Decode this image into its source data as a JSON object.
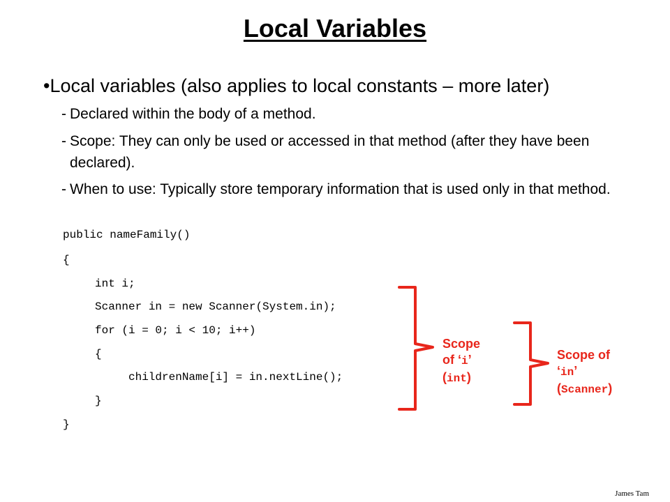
{
  "slide": {
    "title": "Local Variables",
    "main_bullet": "•Local variables (also applies to local constants – more later)",
    "sub_bullets": [
      {
        "dash": "-",
        "text": "Declared within  the body of a method."
      },
      {
        "dash": "-",
        "text": "Scope: They can only be used or accessed in that method (after they have been declared)."
      },
      {
        "dash": "-",
        "text": "When to use: Typically store temporary information that is used only in that method."
      }
    ],
    "code_lines": [
      "public nameFamily()",
      "{",
      "int i;",
      "Scanner in = new Scanner(System.in);",
      "for (i = 0; i < 10; i++)",
      "{",
      "childrenName[i] = in.nextLine();",
      "}",
      "}"
    ],
    "annotation_i": {
      "line1": "Scope",
      "line2_prefix": "of ‘",
      "line2_code": "i",
      "line2_suffix": "’",
      "line3_open": "(",
      "line3_code": "int",
      "line3_close": ")"
    },
    "annotation_in": {
      "line1": "Scope of",
      "line2_prefix": "‘",
      "line2_code": "in",
      "line2_suffix": "’",
      "line3_open": "(",
      "line3_code": "Scanner",
      "line3_close": ")"
    },
    "credit": "James Tam"
  },
  "colors": {
    "annotation": "#e8261b",
    "text": "#000000",
    "background": "#ffffff"
  }
}
